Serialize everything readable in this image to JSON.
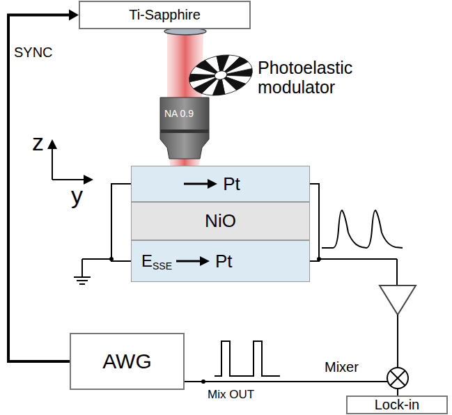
{
  "diagram": {
    "nodes": [
      {
        "text": [
          "Ti-Sapphire"
        ]
      },
      {
        "text": [
          "Pt"
        ]
      },
      {
        "text": [
          "NiO"
        ]
      },
      {
        "text": [
          "Pt",
          "E",
          "SSE"
        ]
      },
      {
        "text": [
          "AWG"
        ]
      },
      {
        "text": [
          "Lock-in"
        ]
      }
    ],
    "edges": [
      {
        "from": 4,
        "to": 0,
        "arrow": "to",
        "label": "SYNC"
      },
      {
        "from": 1,
        "to": 3,
        "arrow": "none"
      },
      {
        "from": 1,
        "to": 3,
        "arrow": "none"
      }
    ],
    "labels": [
      "Photoelastic modulator",
      "NA 0.9",
      "z",
      "y",
      "Mixer",
      "Mix OUT"
    ]
  }
}
